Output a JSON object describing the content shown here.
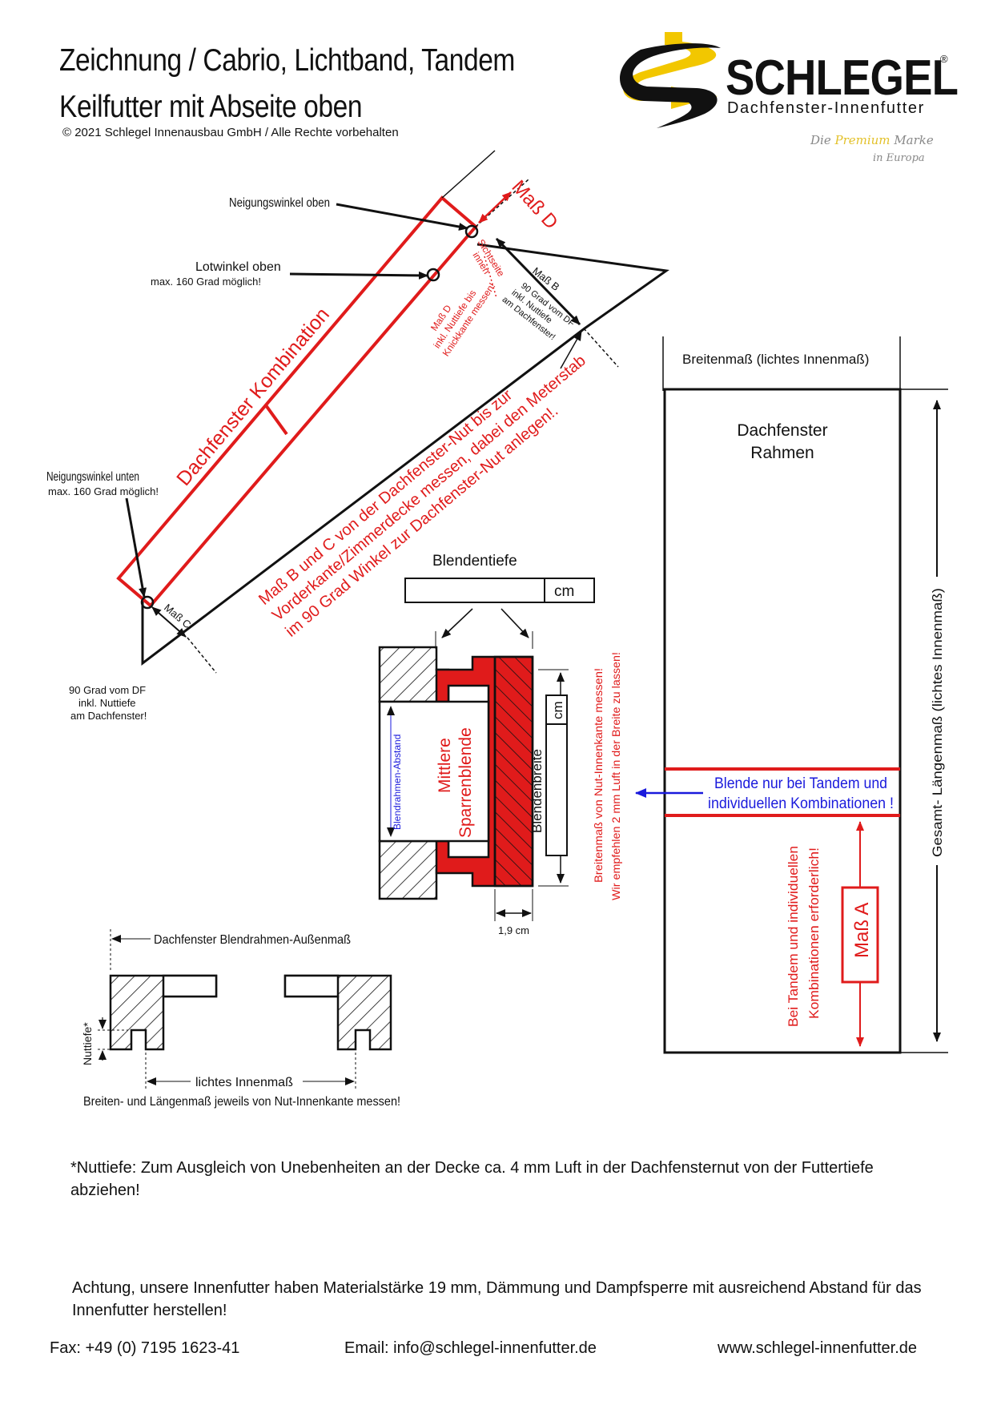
{
  "header": {
    "title_line1": "Zeichnung / Cabrio, Lichtband, Tandem",
    "title_line2": "Keilfutter mit Abseite oben",
    "copyright": "© 2021 Schlegel Innenausbau GmbH / Alle Rechte vorbehalten"
  },
  "brand": {
    "name": "SCHLEGEL",
    "registered": "®",
    "subtitle": "Dachfenster-Innenfutter",
    "tagline_die": "Die",
    "tagline_premium": "Premium",
    "tagline_marke": "Marke",
    "tagline_europa": "in Europa",
    "colors": {
      "yellow": "#f2c700",
      "black": "#111111",
      "accent_red": "#e01b1b",
      "accent_blue": "#1a1adc"
    }
  },
  "diagram1": {
    "neigungswinkel_oben": "Neigungswinkel oben",
    "lotwinkel_oben": "Lotwinkel oben",
    "lotwinkel_max": "max. 160 Grad möglich!",
    "neigungswinkel_unten": "Neigungswinkel unten",
    "neigungswinkel_unten_max": "max. 160 Grad möglich!",
    "mass_d": "Maß D",
    "sichtseite_1": "Sichtseite",
    "sichtseite_2": "innen",
    "mass_d_note_1": "Maß D",
    "mass_d_note_2": "inkl. Nuttiefe bis",
    "mass_d_note_3": "Knickkante messen!",
    "mass_b": "Maß B",
    "mass_b_note_1": "90 Grad vom DF",
    "mass_b_note_2": "inkl. Nuttiefe",
    "mass_b_note_3": "am Dachfenster!",
    "dachfenster_kombination": "Dachfenster Kombination",
    "instruction_1": "Maß B und C von der Dachfenster-Nut bis zur",
    "instruction_2": "Vorderkante/Zimmerdecke messen, dabei den Meterstab",
    "instruction_3": "im 90 Grad Winkel zur Dachfenster-Nut anlegen!.",
    "mass_c": "Maß C",
    "c_note_1": "90 Grad vom DF",
    "c_note_2": "inkl. Nuttiefe",
    "c_note_3": "am Dachfenster!"
  },
  "diagram2": {
    "blendentiefe": "Blendentiefe",
    "cm_box": "cm",
    "blendrahmen_abstand": "Blendrahmen-Abstand",
    "mittlere_1": "Mittlere",
    "mittlere_2": "Sparrenblende",
    "cm_vertical": "cm",
    "blendenbreite": "Blendenbreite",
    "breite_19": "1,9 cm",
    "note_1": "Breitenmaß von Nut-Innenkante messen!",
    "note_2": "Wir empfehlen 2 mm Luft in der Breite zu lassen!"
  },
  "diagram3": {
    "breitenmass": "Breitenmaß (lichtes Innenmaß)",
    "rahmen_1": "Dachfenster",
    "rahmen_2": "Rahmen",
    "gesamt": "Gesamt- Längenmaß (lichtes Innenmaß)",
    "blende_1": "Blende nur bei Tandem und",
    "blende_2": "individuellen  Kombinationen !",
    "tandem_1": "Bei Tandem und individuellen",
    "tandem_2": "Kombinationen erforderlich!",
    "mass_a": "Maß A"
  },
  "diagram4": {
    "aussenmass": "Dachfenster Blendrahmen-Außenmaß",
    "nuttiefe": "Nuttiefe*",
    "lichtes": "lichtes Innenmaß",
    "messen": "Breiten- und Längenmaß jeweils von Nut-Innenkante messen!"
  },
  "notes": {
    "nuttiefe_note": "*Nuttiefe: Zum Ausgleich von Unebenheiten an der Decke ca. 4 mm Luft in der Dachfensternut von der Futtertiefe abziehen!",
    "achtung_note": "Achtung, unsere Innenfutter haben Materialstärke 19 mm, Dämmung und Dampfsperre mit ausreichend Abstand für das Innenfutter herstellen!"
  },
  "footer": {
    "fax": "Fax: +49 (0) 7195 1623-41",
    "email": "Email: info@schlegel-innenfutter.de",
    "web": "www.schlegel-innenfutter.de"
  }
}
